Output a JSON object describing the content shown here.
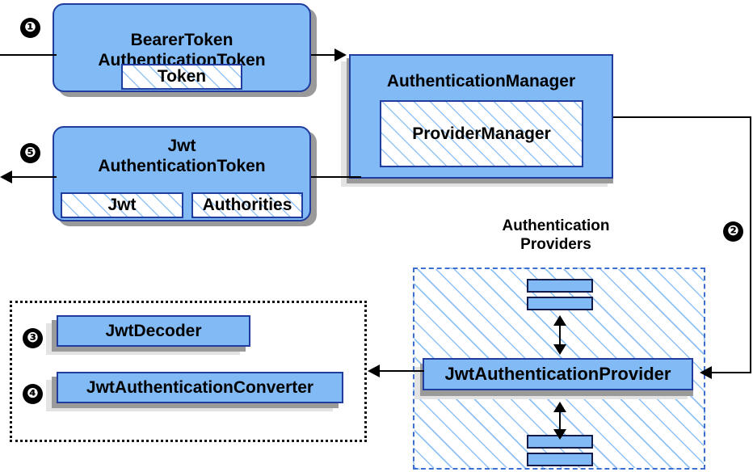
{
  "diagram": {
    "title_region_label": "Authentication Providers",
    "steps": [
      {
        "number": "❶",
        "id": "step-1"
      },
      {
        "number": "❷",
        "id": "step-2"
      },
      {
        "number": "❸",
        "id": "step-3"
      },
      {
        "number": "❹",
        "id": "step-4"
      },
      {
        "number": "❺",
        "id": "step-5"
      }
    ],
    "colors": {
      "box_fill": "#82BAF5",
      "box_border": "#1F3C9E",
      "shadow_dark": "#9A9A9A",
      "shadow_light": "#E3E3E3",
      "dashed_border": "#3C6FD0",
      "dotted_border": "#111111",
      "connector": "#000000",
      "bullet_fill": "#000000",
      "bullet_text": "#FFFFFF"
    },
    "nodes": {
      "bearer_token": {
        "line1": "BearerToken",
        "line2": "AuthenticationToken",
        "sub": "Token"
      },
      "jwt_auth_token": {
        "line1": "Jwt",
        "line2": "AuthenticationToken",
        "sub_left": "Jwt",
        "sub_right": "Authorities"
      },
      "authentication_manager": {
        "title": "AuthenticationManager",
        "sub": "ProviderManager"
      },
      "jwt_authentication_provider": {
        "title": "JwtAuthenticationProvider"
      },
      "jwt_decoder": {
        "title": "JwtDecoder"
      },
      "jwt_authentication_converter": {
        "title": "JwtAuthenticationConverter"
      }
    }
  }
}
